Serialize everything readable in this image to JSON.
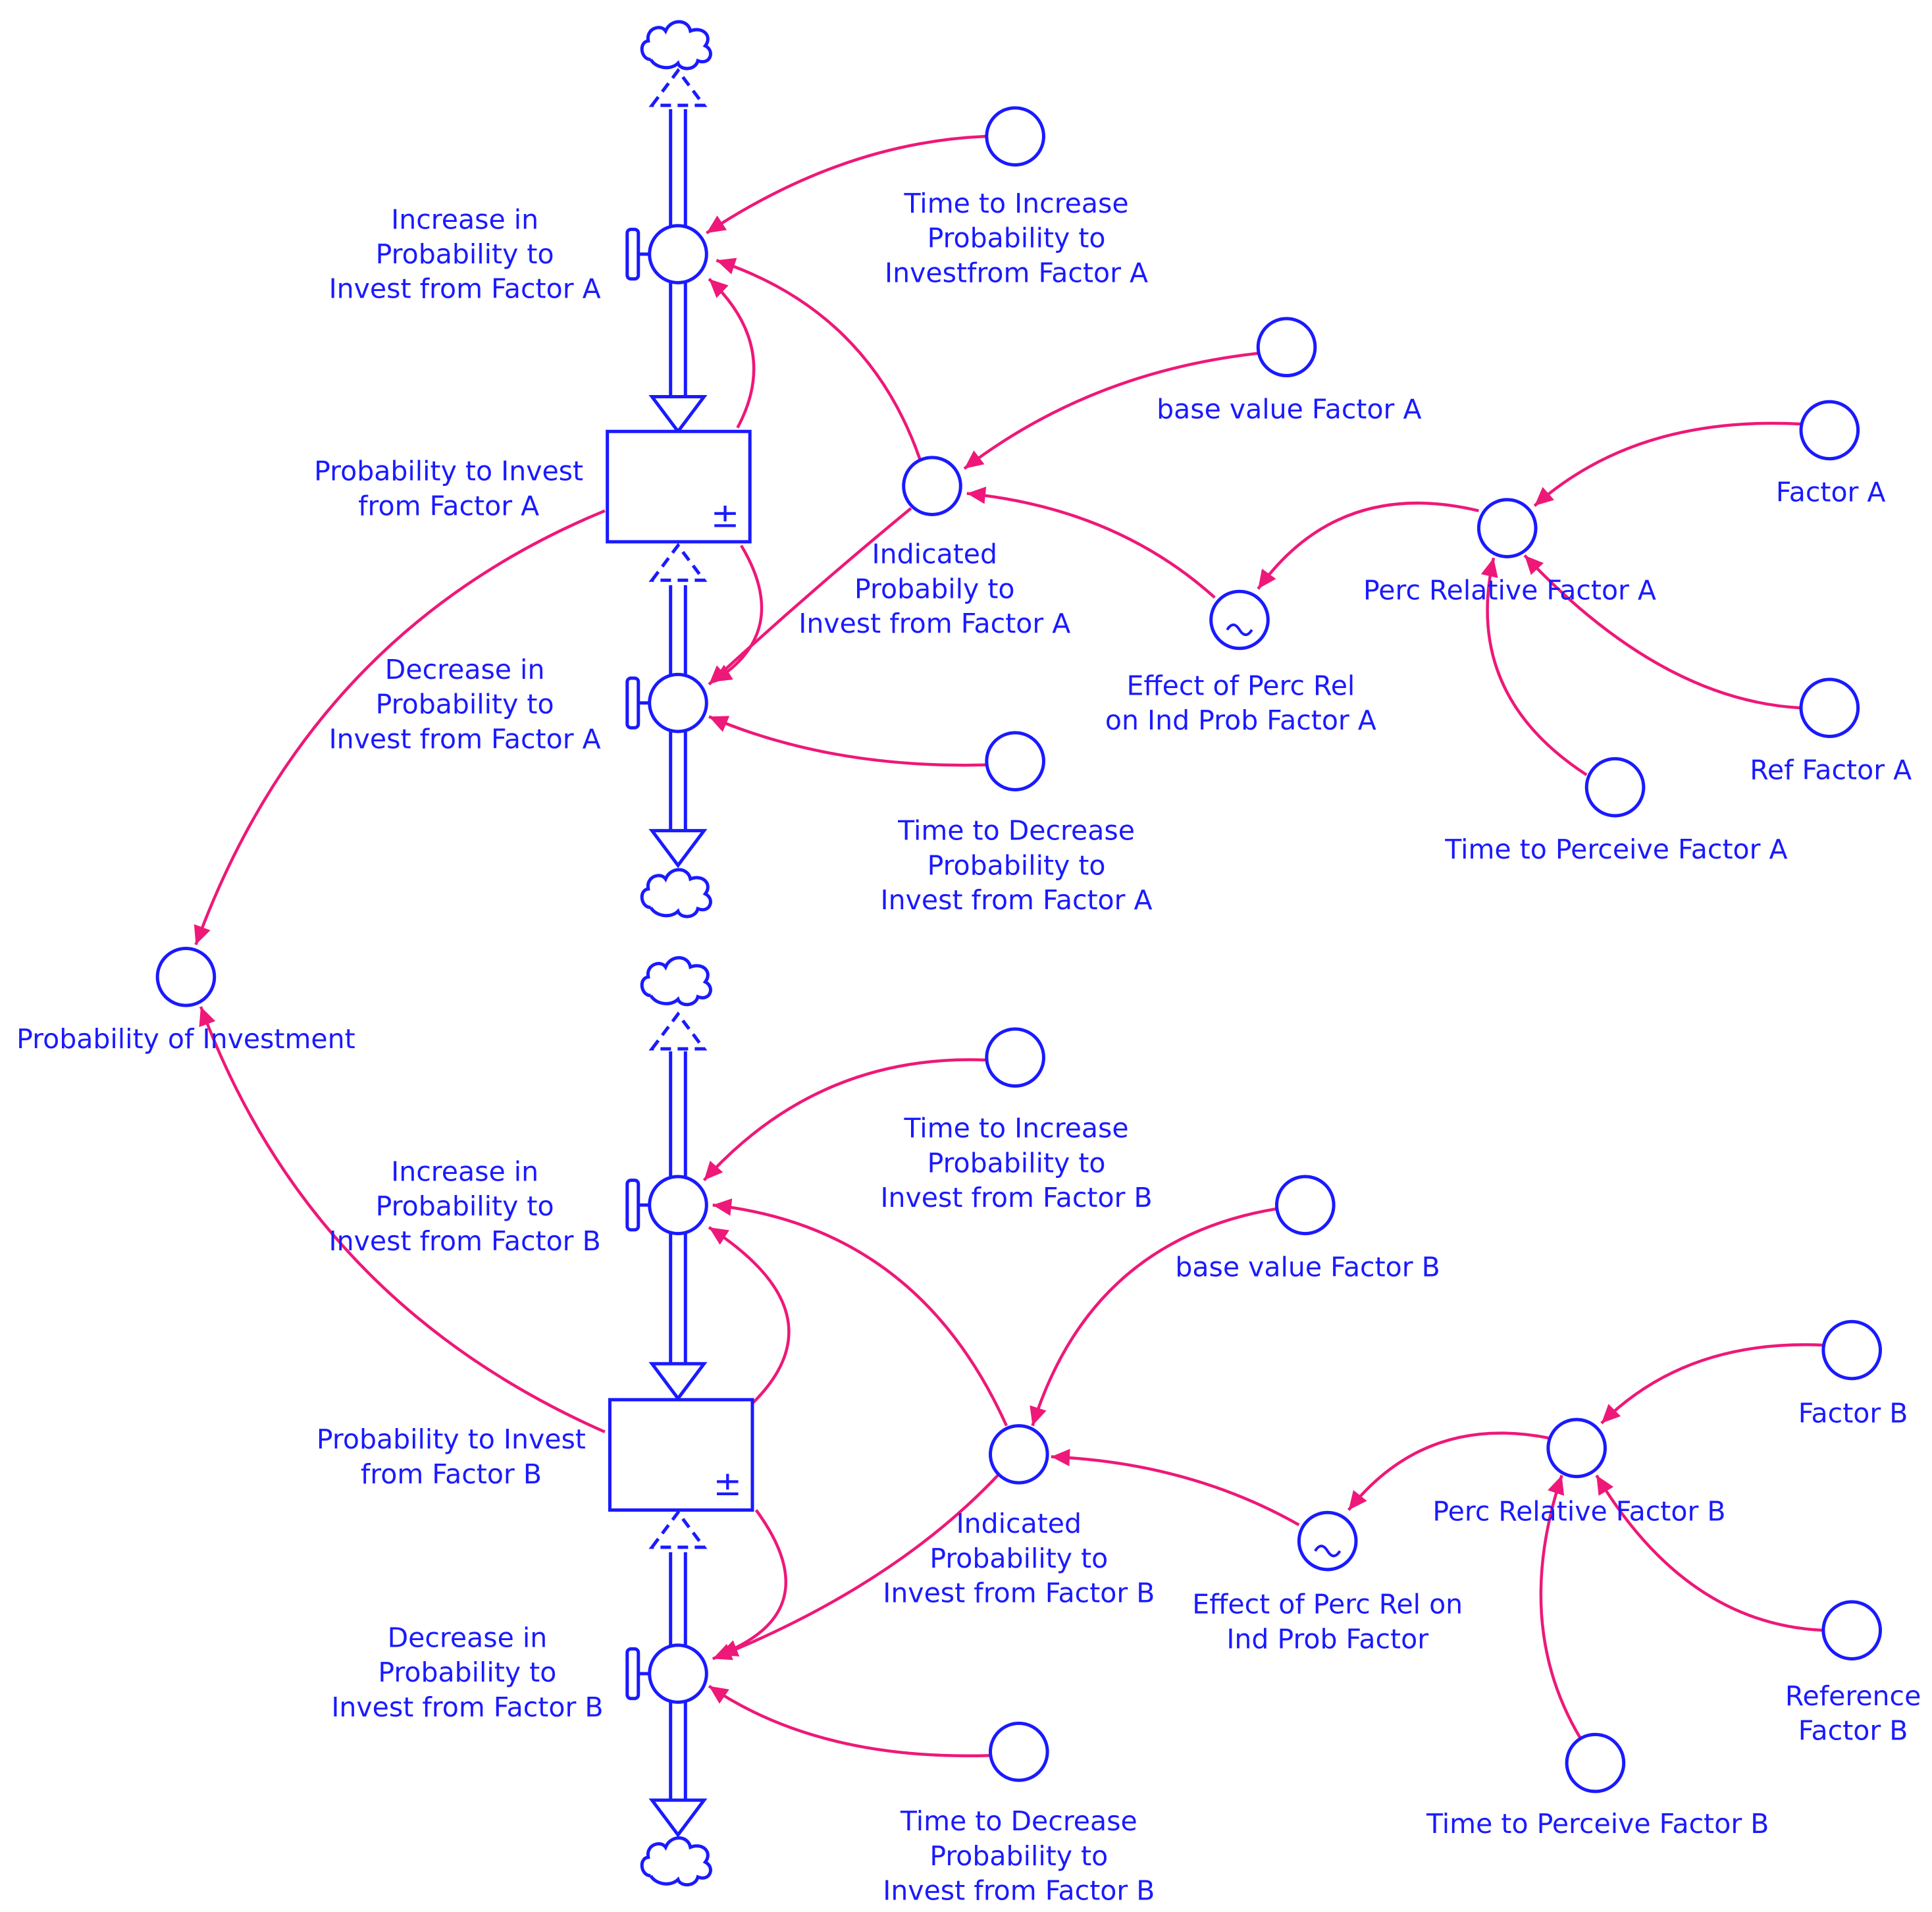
{
  "colors": {
    "node": "#1a1aff",
    "link": "#ee1878",
    "background": "#ffffff"
  },
  "stock_symbol": "±",
  "labels": {
    "inc_a": [
      "Increase in",
      "Probability to",
      "Invest from Factor A"
    ],
    "stock_a": [
      "Probability to Invest",
      "from Factor A"
    ],
    "dec_a": [
      "Decrease in",
      "Probability to",
      "Invest from Factor A"
    ],
    "t_inc_a": [
      "Time to Increase",
      "Probability to",
      "Investfrom Factor A"
    ],
    "base_a": [
      "base value Factor A"
    ],
    "ind_a": [
      "Indicated",
      "Probabily to",
      "Invest from Factor A"
    ],
    "eff_a": [
      "Effect of Perc Rel",
      "on Ind Prob Factor A"
    ],
    "perc_a": [
      "Perc Relative Factor A"
    ],
    "factor_a": [
      "Factor A"
    ],
    "ref_a": [
      "Ref Factor A"
    ],
    "tperc_a": [
      "Time to Perceive Factor A"
    ],
    "t_dec_a": [
      "Time to Decrease",
      "Probability to",
      "Invest from Factor A"
    ],
    "prob_inv": [
      "Probability of Investment"
    ],
    "inc_b": [
      "Increase in",
      "Probability to",
      "Invest from Factor B"
    ],
    "stock_b": [
      "Probability to Invest",
      "from Factor B"
    ],
    "dec_b": [
      "Decrease in",
      "Probability to",
      "Invest from Factor B"
    ],
    "t_inc_b": [
      "Time to Increase",
      "Probability to",
      "Invest from Factor B"
    ],
    "base_b": [
      "base value Factor B"
    ],
    "ind_b": [
      "Indicated",
      "Probability to",
      "Invest from Factor B"
    ],
    "eff_b": [
      "Effect of Perc Rel on",
      "Ind Prob Factor"
    ],
    "perc_b": [
      "Perc Relative Factor B"
    ],
    "factor_b": [
      "Factor B"
    ],
    "ref_b": [
      "Reference",
      "Factor B"
    ],
    "tperc_b": [
      "Time to Perceive Factor B"
    ],
    "t_dec_b": [
      "Time to Decrease",
      "Probability to",
      "Invest from Factor B"
    ]
  }
}
